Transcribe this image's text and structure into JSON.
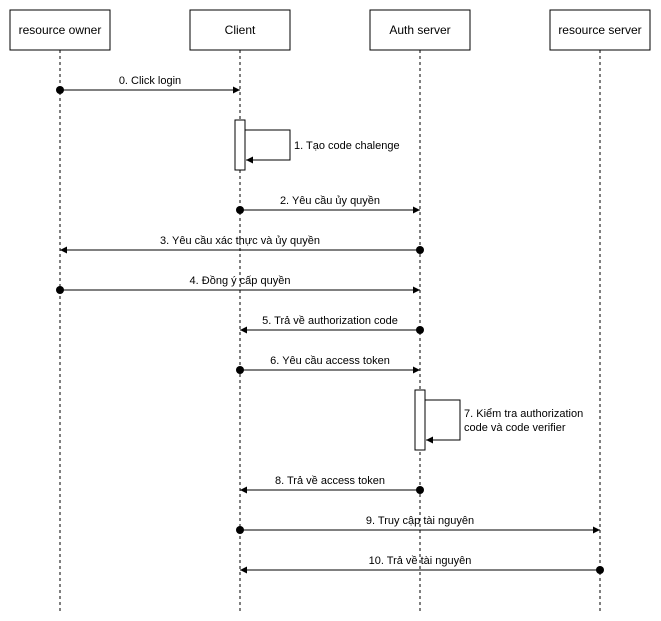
{
  "actors": [
    {
      "id": "owner",
      "label": "resource owner"
    },
    {
      "id": "client",
      "label": "Client"
    },
    {
      "id": "auth",
      "label": "Auth server"
    },
    {
      "id": "rs",
      "label": "resource server"
    }
  ],
  "messages": [
    {
      "from": "owner",
      "to": "client",
      "label": "0. Click login"
    },
    {
      "self": "client",
      "label": "1. Tạo code chalenge"
    },
    {
      "from": "client",
      "to": "auth",
      "label": "2. Yêu cầu ủy quyền"
    },
    {
      "from": "auth",
      "to": "owner",
      "label": "3. Yêu cầu xác thực và ủy quyền"
    },
    {
      "from": "owner",
      "to": "auth",
      "label": "4. Đồng ý cấp quyền"
    },
    {
      "from": "auth",
      "to": "client",
      "label": "5. Trả về authorization code"
    },
    {
      "from": "client",
      "to": "auth",
      "label": "6. Yêu cầu access token"
    },
    {
      "self": "auth",
      "label_lines": [
        "7. Kiểm tra authorization",
        "code và code verifier"
      ]
    },
    {
      "from": "auth",
      "to": "client",
      "label": "8. Trả về access token"
    },
    {
      "from": "client",
      "to": "rs",
      "label": "9. Truy cập tài nguyên"
    },
    {
      "from": "rs",
      "to": "client",
      "label": "10. Trả về tài nguyên"
    }
  ]
}
